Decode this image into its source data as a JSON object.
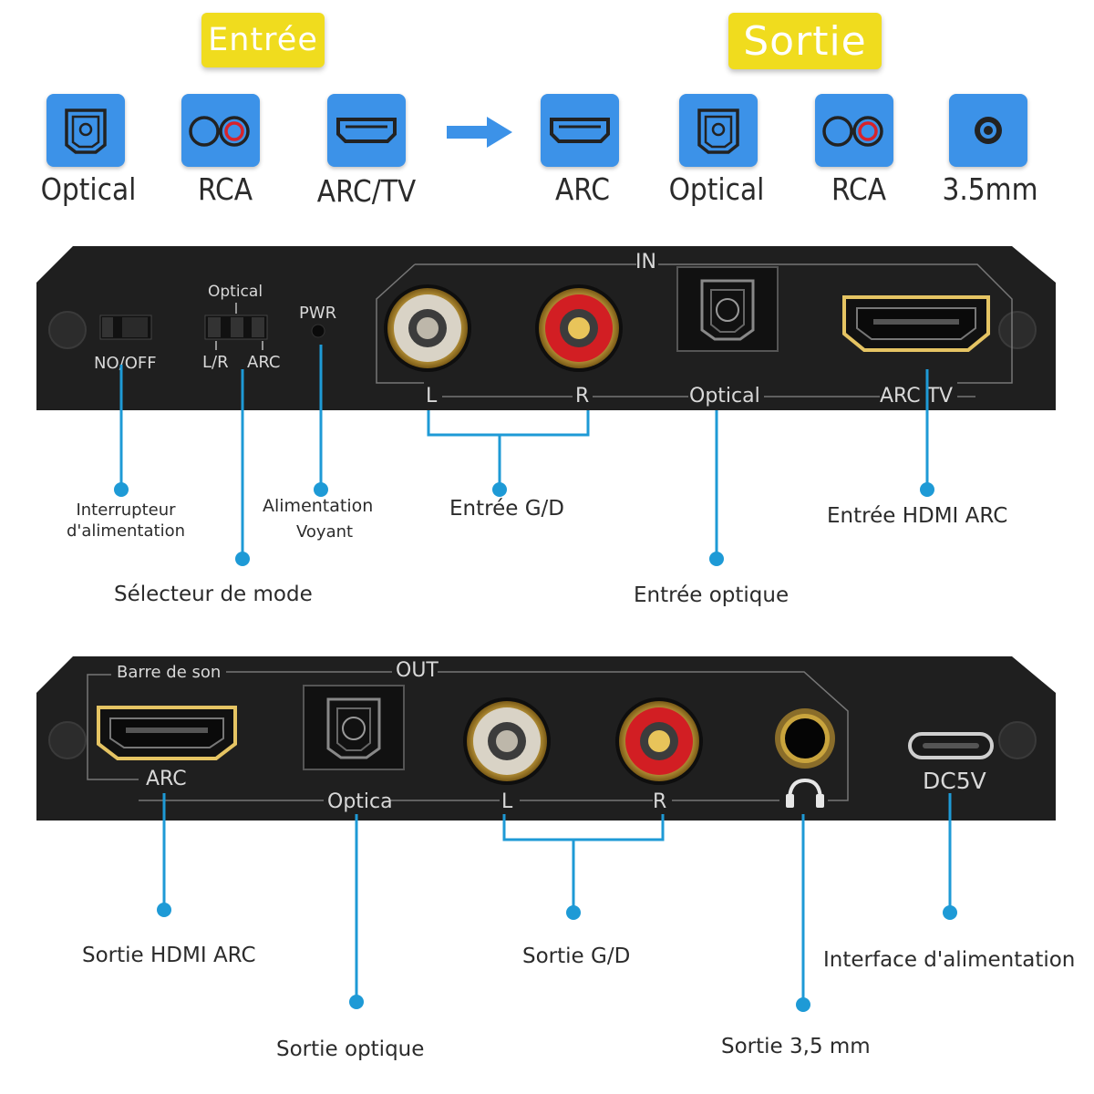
{
  "header": {
    "input_title": "Entrée",
    "output_title": "Sortie"
  },
  "inputs": [
    {
      "label": "Optical",
      "icon": "optical-port-icon"
    },
    {
      "label": "RCA",
      "icon": "rca-port-icon"
    },
    {
      "label": "ARC/TV",
      "icon": "hdmi-port-icon"
    }
  ],
  "outputs": [
    {
      "label": "ARC",
      "icon": "hdmi-port-icon"
    },
    {
      "label": "Optical",
      "icon": "optical-port-icon"
    },
    {
      "label": "RCA",
      "icon": "rca-port-icon"
    },
    {
      "label": "3.5mm",
      "icon": "jack-port-icon"
    }
  ],
  "front_panel": {
    "section": "IN",
    "switch_label": "NO/OFF",
    "mode_top": "Optical",
    "mode_left": "L/R",
    "mode_right": "ARC",
    "pwr": "PWR",
    "rca_l": "L",
    "rca_r": "R",
    "optical": "Optical",
    "arc_tv": "ARC TV"
  },
  "front_callouts": {
    "power_switch": "Interrupteur\nd'alimentation",
    "mode_selector": "Sélecteur de mode",
    "power_led_1": "Alimentation",
    "power_led_2": "Voyant",
    "input_lr": "Entrée G/D",
    "optical_in": "Entrée optique",
    "hdmi_arc_in": "Entrée HDMI ARC"
  },
  "back_panel": {
    "section": "OUT",
    "soundbar": "Barre de son",
    "arc": "ARC",
    "optical": "Optica",
    "rca_l": "L",
    "rca_r": "R",
    "dc": "DC5V"
  },
  "back_callouts": {
    "hdmi_arc_out": "Sortie HDMI ARC",
    "optical_out": "Sortie optique",
    "output_lr": "Sortie G/D",
    "jack_out": "Sortie 3,5 mm",
    "power_interface": "Interface d'alimentation"
  },
  "colors": {
    "tile": "#3c92e8",
    "badge": "#f0dc1e",
    "callout": "#1e9ad6",
    "device": "#1f1f1f"
  }
}
